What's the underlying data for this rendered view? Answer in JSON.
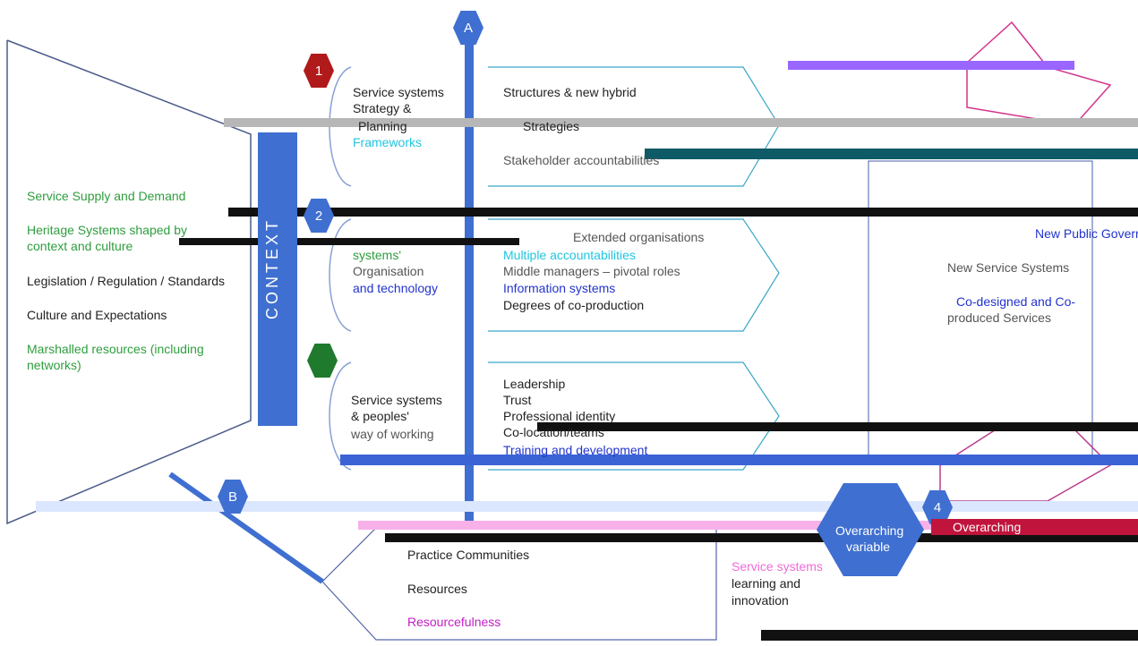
{
  "markers": {
    "a": "A",
    "one": "1",
    "two": "2",
    "b": "B",
    "four": "4"
  },
  "context_label": "CONTEXT",
  "left_panel": {
    "items": [
      "Service Supply and Demand",
      "Heritage Systems shaped by context and culture",
      "Legislation / Regulation / Standards",
      "Culture and Expectations",
      "Marshalled resources (including networks)"
    ]
  },
  "row1": {
    "left": [
      "Service systems",
      "Strategy &",
      "Planning",
      "Frameworks"
    ],
    "right": [
      "Structures & new hybrid",
      "Strategies",
      "Stakeholder accountabilities"
    ]
  },
  "row2": {
    "left": [
      "systems'",
      "Organisation",
      "and technology"
    ],
    "right_top": "Extended organisations",
    "right": [
      "Multiple accountabilities",
      "Middle managers – pivotal roles",
      "Information systems",
      "Degrees of co-production"
    ]
  },
  "row3": {
    "left": [
      "Service systems",
      "& peoples'",
      "way of working"
    ],
    "right": [
      "Leadership",
      "Trust",
      "Professional identity",
      "Co-location/teams",
      "Training and development"
    ]
  },
  "row4": {
    "items": [
      "Practice Communities",
      "Resources",
      "Resourcefulness"
    ]
  },
  "learning": {
    "lines": [
      "Service systems",
      "learning and",
      "innovation"
    ]
  },
  "overarching": {
    "hex_lines": [
      "Overarching",
      "variable"
    ],
    "banner": "Overarching"
  },
  "right_panel": {
    "new_public": "New Public Governance",
    "new_service": "New Service Systems",
    "codesigned": [
      "Co-designed and Co-",
      "produced Services"
    ]
  },
  "colors": {
    "blue": "#3f6fd0",
    "green": "#2e9e3e",
    "magenta": "#c21fc5",
    "cyan": "#21c6e0",
    "purple": "#9966ff",
    "teal": "#0e5a66"
  }
}
